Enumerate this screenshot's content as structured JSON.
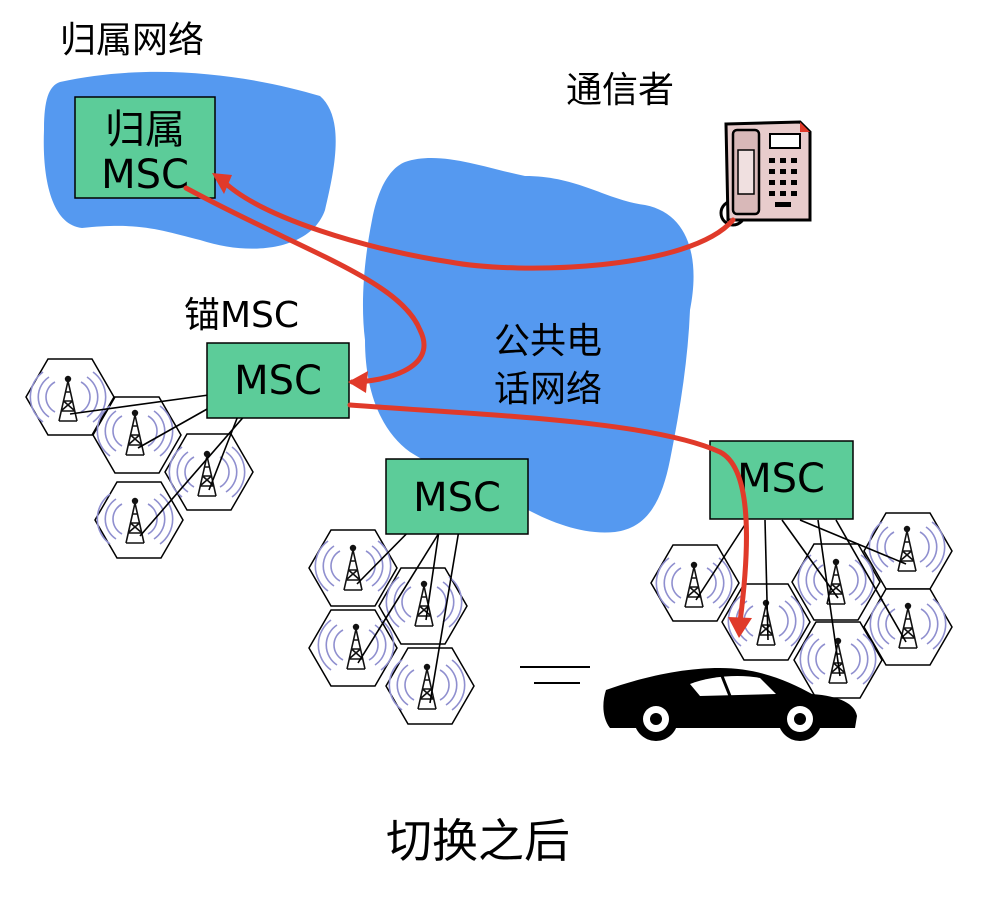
{
  "labels": {
    "home_network": "归属网络",
    "caller": "通信者",
    "anchor_msc": "锚MSC",
    "pstn_line1": "公共电",
    "pstn_line2": "话网络",
    "caption": "切换之后"
  },
  "msc_boxes": {
    "home_line1": "归属",
    "home_line2": "MSC",
    "anchor": "MSC",
    "middle": "MSC",
    "right": "MSC"
  },
  "colors": {
    "network_blue": "#5599f0",
    "msc_green": "#5ccc99",
    "route_red": "#e03a2a"
  },
  "icons": [
    "telephone-icon",
    "cell-tower-icon",
    "car-icon"
  ]
}
